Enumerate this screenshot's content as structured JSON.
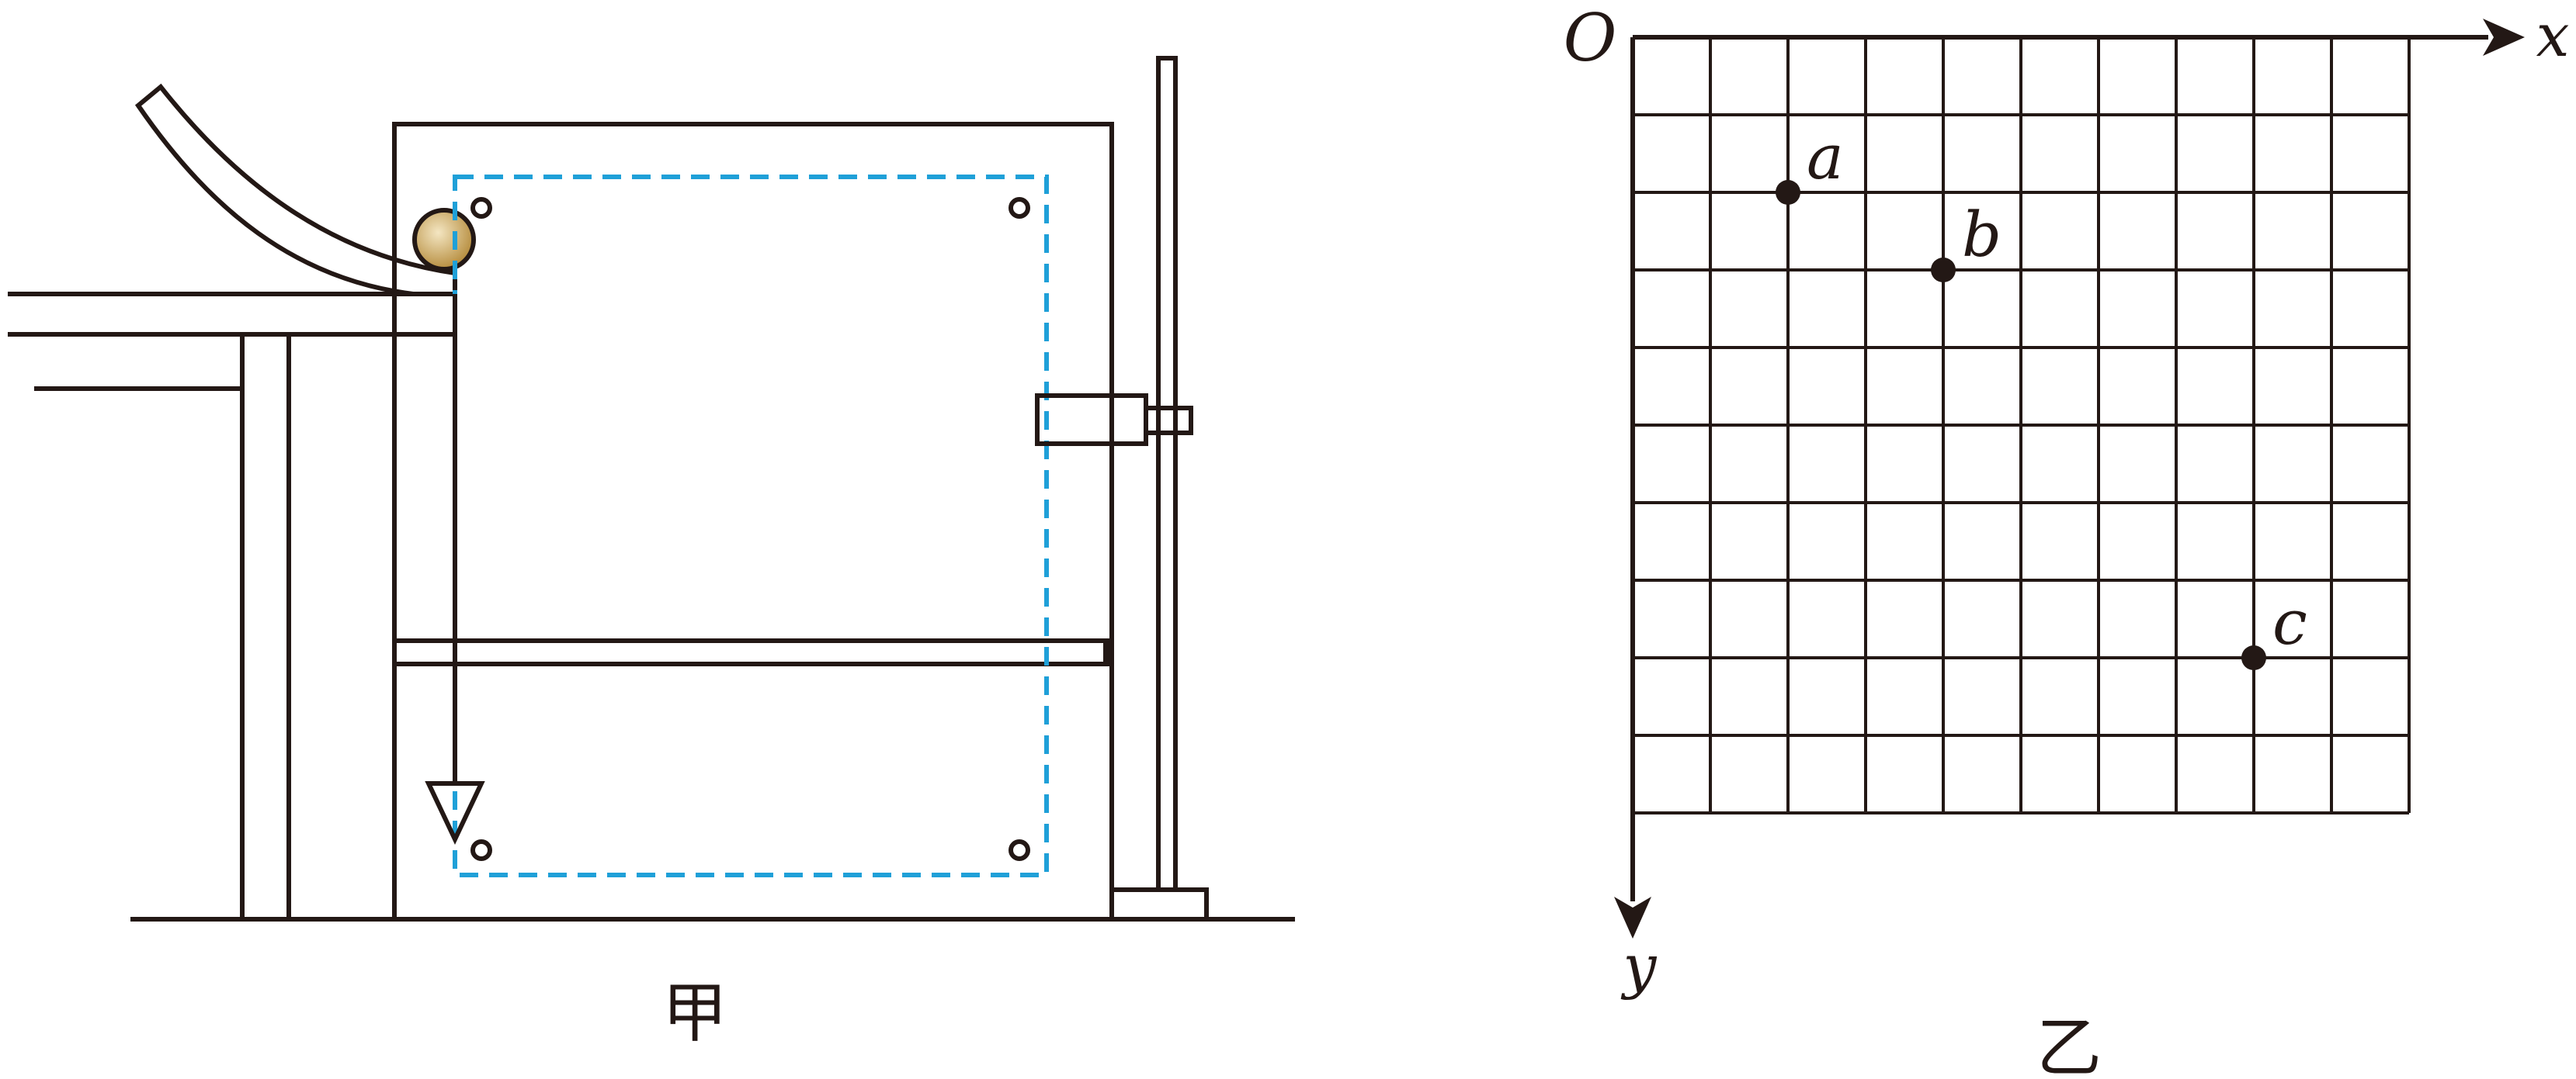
{
  "captions": {
    "left": "甲",
    "right": "乙"
  },
  "grid": {
    "cols": 10,
    "rows": 10,
    "origin_label": "O",
    "x_label": "x",
    "y_label": "y",
    "points": [
      {
        "label": "a",
        "col": 2,
        "row": 2
      },
      {
        "label": "b",
        "col": 4,
        "row": 3
      },
      {
        "label": "c",
        "col": 8,
        "row": 8
      }
    ]
  },
  "colors": {
    "ink": "#231815",
    "dashed_frame": "#1fa0d8",
    "ball_highlight": "#f4e6c2",
    "ball_shadow": "#b48a3a"
  }
}
